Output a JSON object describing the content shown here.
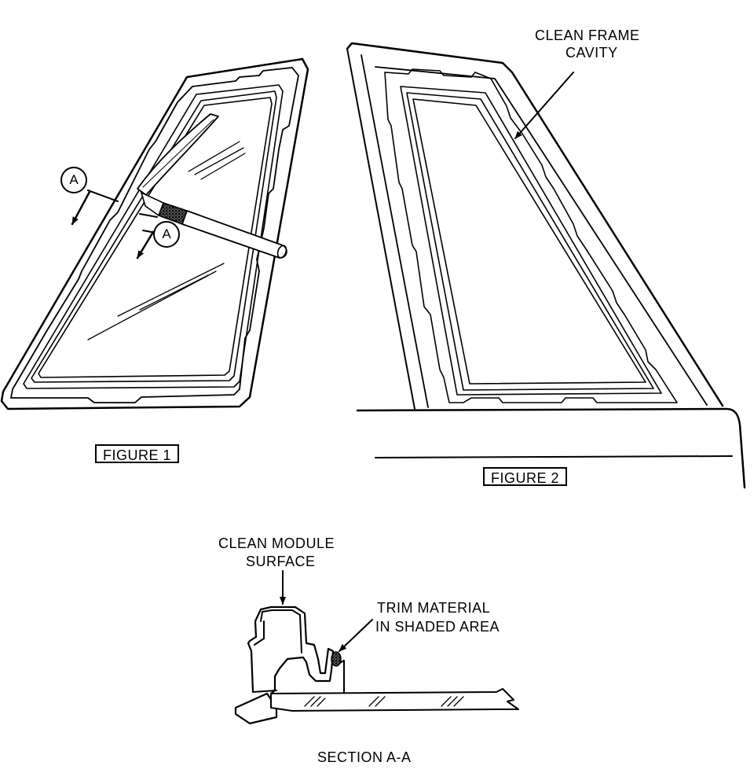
{
  "figure1": {
    "caption": "FIGURE 1",
    "section_marker_a": "A",
    "section_marker_b": "A"
  },
  "figure2": {
    "caption": "FIGURE 2",
    "callout_line1": "CLEAN FRAME",
    "callout_line2": "CAVITY"
  },
  "section": {
    "title": "SECTION A-A",
    "callout_module_line1": "CLEAN MODULE",
    "callout_module_line2": "SURFACE",
    "callout_trim_line1": "TRIM MATERIAL",
    "callout_trim_line2": "IN SHADED AREA"
  },
  "colors": {
    "ink": "#000000",
    "paper": "#ffffff"
  }
}
